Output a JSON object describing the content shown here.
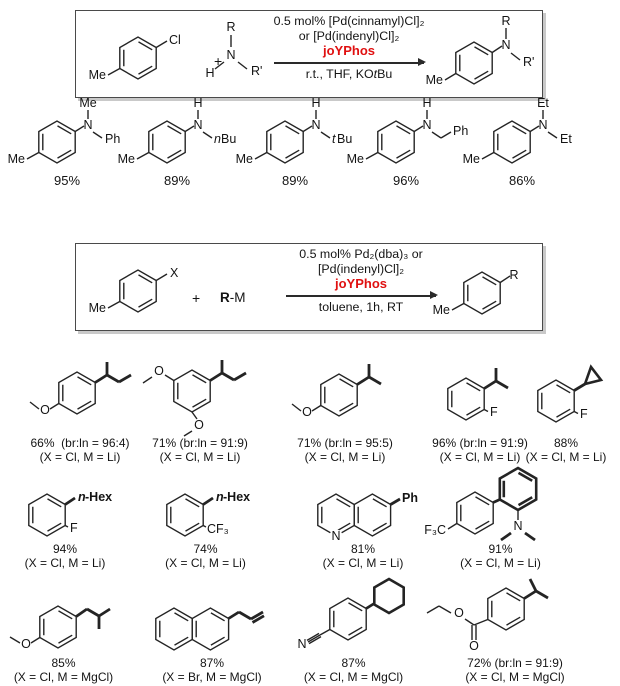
{
  "colors": {
    "accent_red": "#e01010",
    "bond": "#242424",
    "box_border": "#4a4a4a",
    "box_shadow": "#c9c9c9",
    "background": "#ffffff"
  },
  "scheme1": {
    "reactant": {
      "me": "Me",
      "cl": "Cl"
    },
    "plus": "+",
    "amine": {
      "r": "R",
      "n": "N",
      "h": "H",
      "rp": "R'"
    },
    "cond": {
      "line1": "0.5 mol% [Pd(cinnamyl)Cl]₂",
      "line2": "or [Pd(indenyl)Cl]₂",
      "ligand": "joYPhos",
      "below_pre": "r.t., THF, KO",
      "below_it": "t",
      "below_post": "Bu"
    },
    "product": {
      "me": "Me",
      "n": "N",
      "r": "R",
      "rp": "R'"
    }
  },
  "scheme2": {
    "reactant": {
      "me": "Me",
      "x": "X"
    },
    "plus": "+",
    "nuc_r": "R",
    "nuc_m": "-M",
    "cond": {
      "line1": "0.5 mol% Pd₂(dba)₃ or",
      "line2": "[Pd(indenyl)Cl]₂",
      "ligand": "joYPhos",
      "below": "toluene, 1h, RT"
    },
    "product": {
      "me": "Me",
      "r": "R"
    }
  },
  "row1": [
    {
      "me": "Me",
      "n": "N",
      "top": "Me",
      "right": "Ph",
      "yield": "95%"
    },
    {
      "me": "Me",
      "n": "N",
      "top": "H",
      "right_it": "n",
      "right": "Bu",
      "yield": "89%"
    },
    {
      "me": "Me",
      "n": "N",
      "top": "H",
      "right_it": "t",
      "right": "Bu",
      "yield": "89%"
    },
    {
      "me": "Me",
      "n": "N",
      "top": "H",
      "right": "Ph",
      "yield": "96%"
    },
    {
      "me": "Me",
      "n": "N",
      "top": "Et",
      "right": "Et",
      "yield": "86%"
    }
  ],
  "row2": [
    {
      "o": "O",
      "cap1": "66%  (br:ln = 96:4)",
      "cap2": "(X = Cl, M = Li)"
    },
    {
      "o1": "O",
      "o2": "O",
      "cap1": "71% (br:ln = 91:9)",
      "cap2": "(X = Cl, M = Li)"
    },
    {
      "o": "O",
      "cap1": "71% (br:ln = 95:5)",
      "cap2": "(X = Cl, M = Li)"
    },
    {
      "f": "F",
      "cap1": "96% (br:ln = 91:9)",
      "cap2": "(X = Cl, M = Li)"
    },
    {
      "f": "F",
      "cap1": "88%",
      "cap2": "(X = Cl, M = Li)"
    }
  ],
  "row3": [
    {
      "sub_it": "n",
      "sub": "-Hex",
      "f": "F",
      "cap1": "94%",
      "cap2": "(X = Cl, M = Li)"
    },
    {
      "sub_it": "n",
      "sub": "-Hex",
      "cf3": "CF₃",
      "cap1": "74%",
      "cap2": "(X = Cl, M = Li)"
    },
    {
      "n": "N",
      "ph": "Ph",
      "cap1": "81%",
      "cap2": "(X = Cl, M = Li)"
    },
    {
      "f3c": "F₃C",
      "n": "N",
      "cap1": "91%",
      "cap2": "(X = Cl, M = Li)"
    }
  ],
  "row4": [
    {
      "o": "O",
      "cap1": "85%",
      "cap2": "(X = Cl, M = MgCl)"
    },
    {
      "cap1": "87%",
      "cap2": "(X = Br, M = MgCl)"
    },
    {
      "n": "N",
      "cap1": "87%",
      "cap2": "(X = Cl, M = MgCl)"
    },
    {
      "o1": "O",
      "o2": "O",
      "cap1": "72% (br:ln = 91:9)",
      "cap2": "(X = Cl, M = MgCl)"
    }
  ]
}
